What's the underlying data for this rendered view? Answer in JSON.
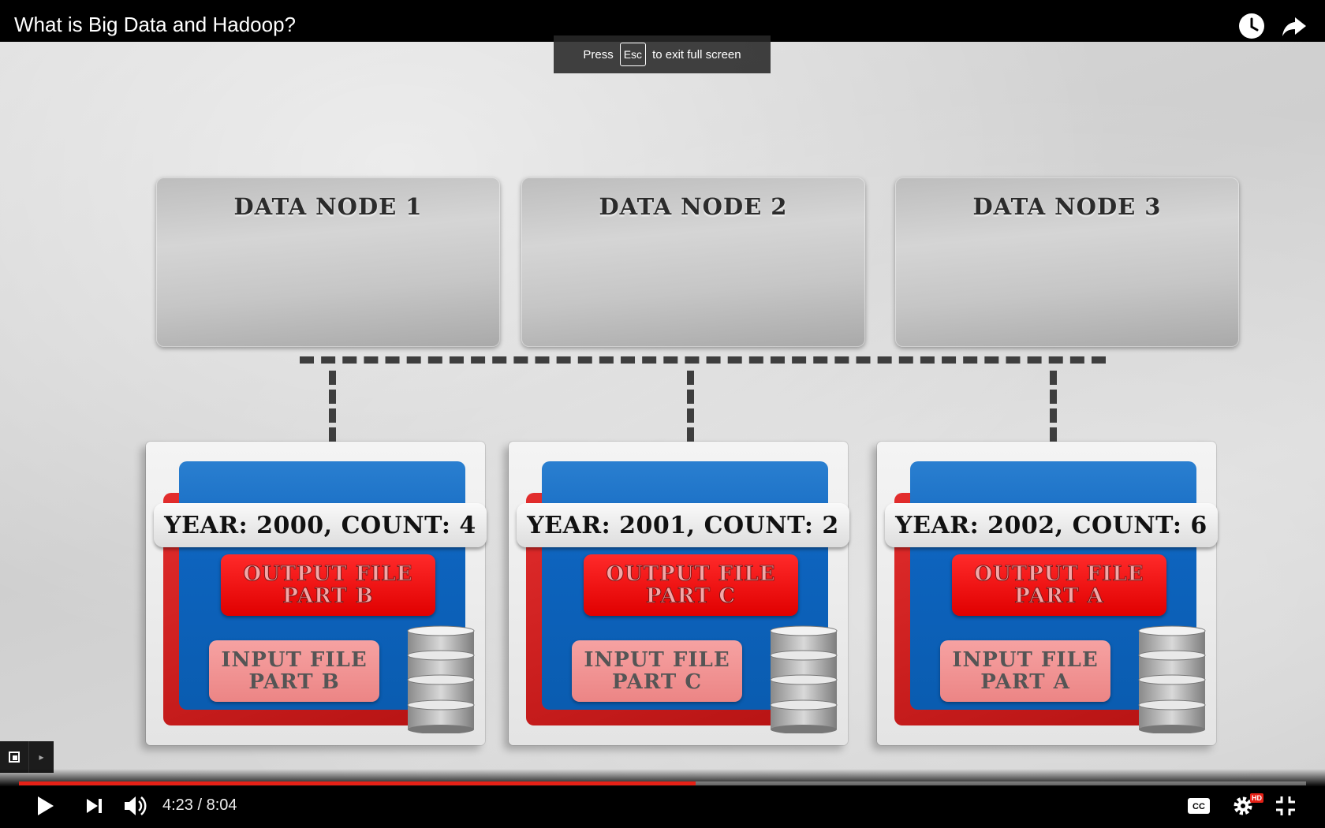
{
  "video": {
    "title": "What is Big Data and Hadoop?"
  },
  "toast": {
    "press": "Press",
    "key": "Esc",
    "rest": "to exit full screen"
  },
  "diagram": {
    "data_nodes": [
      {
        "label": "DATA NODE 1"
      },
      {
        "label": "DATA NODE 2"
      },
      {
        "label": "DATA NODE 3"
      }
    ],
    "cards": [
      {
        "year_count": "YEAR: 2000, COUNT: 4",
        "output_line1": "OUTPUT FILE",
        "output_line2": "PART B",
        "input_line1": "INPUT FILE",
        "input_line2": "PART B"
      },
      {
        "year_count": "YEAR: 2001, COUNT: 2",
        "output_line1": "OUTPUT FILE",
        "output_line2": "PART C",
        "input_line1": "INPUT FILE",
        "input_line2": "PART C"
      },
      {
        "year_count": "YEAR: 2002, COUNT: 6",
        "output_line1": "OUTPUT FILE",
        "output_line2": "PART A",
        "input_line1": "INPUT FILE",
        "input_line2": "PART A"
      }
    ]
  },
  "player": {
    "time_display": "4:23 / 8:04",
    "progress_fraction": 0.526,
    "hd_badge": "HD",
    "accent_color": "#e62117"
  },
  "icons": {
    "watch_later": "clock-icon",
    "share": "share-icon",
    "play": "play-icon",
    "next": "next-icon",
    "volume": "volume-icon",
    "captions": "cc-icon",
    "settings": "gear-icon",
    "exit_fullscreen": "exit-fullscreen-icon",
    "miniplayer": "miniplayer-icon"
  }
}
